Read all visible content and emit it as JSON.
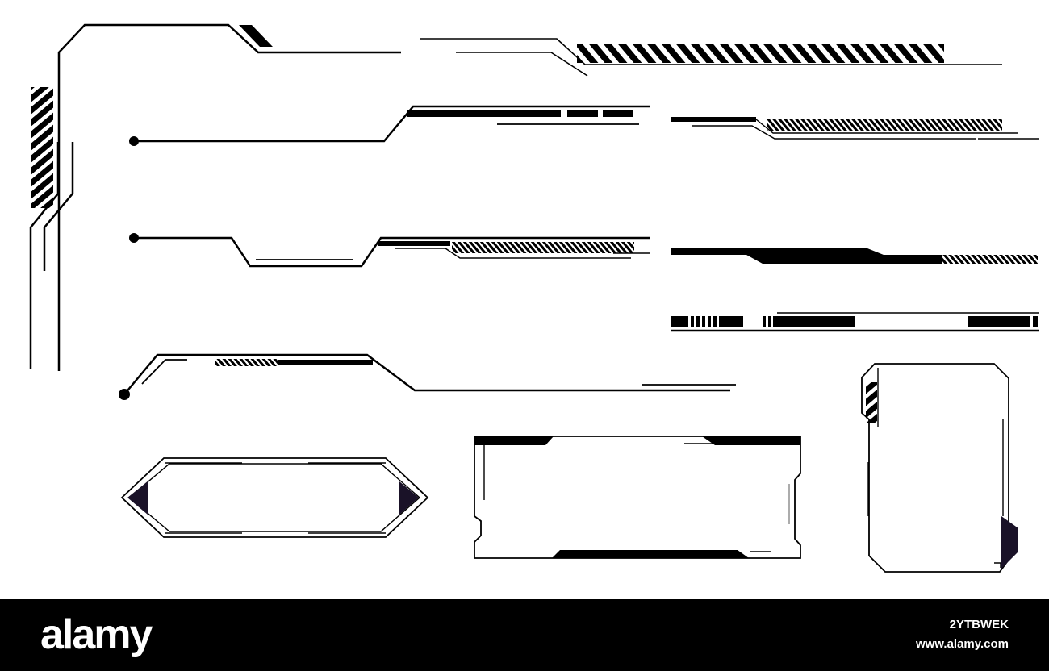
{
  "watermark": {
    "logo_text": "alamy",
    "image_id": "2YTBWEK",
    "site": "www.alamy.com"
  },
  "colors": {
    "ink": "#000000",
    "background": "#ffffff",
    "accent_fill": "#1a1228",
    "footer": "#000000"
  }
}
